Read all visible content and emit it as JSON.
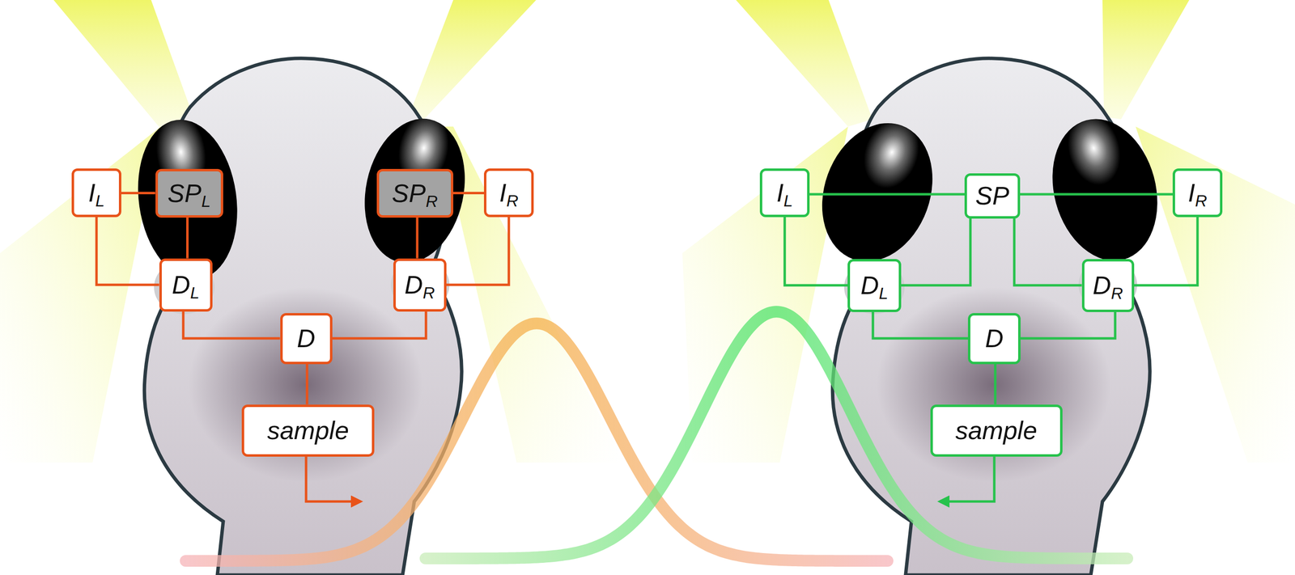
{
  "diagram": {
    "nodes": [
      {
        "text": [
          "IL"
        ]
      },
      {
        "text": [
          "SPL"
        ]
      },
      {
        "text": [
          "SPR"
        ]
      },
      {
        "text": [
          "IR"
        ]
      },
      {
        "text": [
          "DL"
        ]
      },
      {
        "text": [
          "DR"
        ]
      },
      {
        "text": [
          "D"
        ]
      },
      {
        "text": [
          "sample"
        ]
      },
      {
        "text": [
          "IL"
        ]
      },
      {
        "text": [
          "SP"
        ]
      },
      {
        "text": [
          "IR"
        ]
      },
      {
        "text": [
          "DL"
        ]
      },
      {
        "text": [
          "DR"
        ]
      },
      {
        "text": [
          "D"
        ]
      },
      {
        "text": [
          "sample"
        ]
      }
    ],
    "edges": [
      {
        "from": 0,
        "to": 1,
        "arrow": "none"
      },
      {
        "from": 0,
        "to": 4,
        "arrow": "none"
      },
      {
        "from": 1,
        "to": 4,
        "arrow": "none"
      },
      {
        "from": 2,
        "to": 3,
        "arrow": "none"
      },
      {
        "from": 2,
        "to": 5,
        "arrow": "none"
      },
      {
        "from": 3,
        "to": 5,
        "arrow": "none"
      },
      {
        "from": 4,
        "to": 6,
        "arrow": "none"
      },
      {
        "from": 5,
        "to": 6,
        "arrow": "none"
      },
      {
        "from": 6,
        "to": 7,
        "arrow": "none"
      },
      {
        "from": 8,
        "to": 9,
        "arrow": "none"
      },
      {
        "from": 9,
        "to": 10,
        "arrow": "none"
      },
      {
        "from": 8,
        "to": 11,
        "arrow": "none"
      },
      {
        "from": 9,
        "to": 11,
        "arrow": "none"
      },
      {
        "from": 9,
        "to": 12,
        "arrow": "none"
      },
      {
        "from": 10,
        "to": 12,
        "arrow": "none"
      },
      {
        "from": 11,
        "to": 13,
        "arrow": "none"
      },
      {
        "from": 12,
        "to": 13,
        "arrow": "none"
      },
      {
        "from": 13,
        "to": 14,
        "arrow": "none"
      }
    ]
  }
}
